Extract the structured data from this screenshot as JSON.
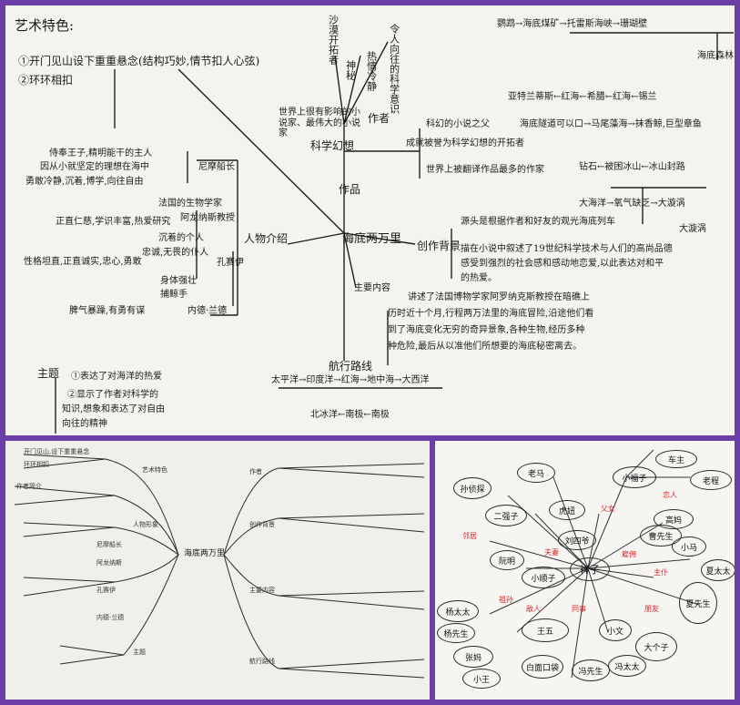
{
  "top_map": {
    "heading": "艺术特色:",
    "feature_1": "①开门见山设下重重悬念(结构巧妙,情节扣人心弦)",
    "feature_2": "②环环相扣",
    "center": "海底两万里",
    "vertical_1": "沙漠开拓者",
    "vertical_2": "神秘",
    "vertical_3": "热情冷静",
    "vertical_4": "令人向往的科学意识",
    "note_author": "世界上很有影响的小说家、最伟大的小说家",
    "author_label": "作者",
    "type_label": "科学幻想",
    "genre_label": "作品",
    "genre_desc_1": "科幻的小说之父",
    "genre_desc_2": "成就被誉为科学幻想的开拓者",
    "genre_desc_3": "世界上被翻译作品最多的作家",
    "character_label": "人物介绍",
    "nemo_traits_1": "侍奉王子,精明能干的主人",
    "nemo_traits_2": "因从小就坚定的理想在海中",
    "nemo_traits_3": "勇敢冷静,沉着,博学,向往自由",
    "nemo_name": "尼摩船长",
    "prof_1": "法国的生物学家",
    "prof_2": "阿龙纳斯教授",
    "prof_3": "正直仁慈,学识丰富,热爱研究",
    "prof_4": "沉着的个人",
    "prof_5": "忠诚,无畏的仆人",
    "kong_name": "孔赛伊",
    "ned_1": "性格坦直,正直诚实,忠心,勇敢",
    "ned_2": "身体强壮",
    "ned_3": "捕鲸手",
    "ned_4": "脾气暴躁,有勇有谋",
    "ned_name": "内德·兰德",
    "background_label": "创作背景",
    "background_text_1": "源头是根据作者和好友的观光海底列车",
    "background_text_2": "描在小说中叙述了19世纪科学技术与人们的高尚品德",
    "background_text_3": "感受到强烈的社会感和感动地恋爱,以此表达对和平",
    "background_text_4": "的热爱。",
    "plot_label": "主要内容",
    "plot_text_1": "讲述了法国博物学家阿罗纳克斯教授在暗礁上",
    "plot_text_2": "历时近十个月,行程两万法里的海底冒险,沿途他们看",
    "plot_text_3": "到了海底变化无穷的奇异景象,各种生物,经历多种",
    "plot_text_4": "种危险,最后从以准他们所想要的海底秘密离去。",
    "route_label": "航行路线",
    "route_text_1": "太平洋→印度洋→红海→地中海→大西洋",
    "route_text_2": "北冰洋←南极←南极",
    "theme_label": "主题",
    "theme_1": "①表达了对海洋的热爱",
    "theme_2": "②显示了作者对科学的",
    "theme_3": "知识,想象和表达了对自由",
    "theme_4": "向往的精神",
    "route_top_1": "鹦鹉→海底煤矿→托雷斯海峡→珊瑚壁",
    "route_top_2": "海底森林",
    "route_top_3": "亚特兰蒂斯←红海←希腊←红海←锡兰",
    "route_top_4": "海底隧道可以口→马尾藻海→抹香鲸,巨型章鱼",
    "route_top_5": "钻石←被困冰山←冰山封路",
    "route_top_6": "大海洋→氧气缺乏→大漩涡",
    "route_top_7": "大漩涡"
  },
  "bottom_left_map": {
    "center": "海底两万里",
    "left_items": [
      "开门见山,设下重重悬念",
      "环环相扣",
      "艺术特色",
      "作者简介",
      "人物形象",
      "尼摩船长",
      "阿龙纳斯",
      "孔赛伊",
      "内德·兰德",
      "主题"
    ],
    "right_items": [
      "作者",
      "创作背景",
      "主要内容",
      "航行路线"
    ]
  },
  "bottom_right_map": {
    "center": "祥子",
    "nodes": [
      "小福子",
      "老马",
      "虎妞",
      "刘四爷",
      "曹先生",
      "高妈",
      "小马",
      "夏先生",
      "夏太太",
      "阮明",
      "二强子",
      "孙侦探",
      "小顺子",
      "车主",
      "老程",
      "王五",
      "杨太太",
      "杨先生",
      "张妈",
      "小王",
      "小文",
      "大个子",
      "白面口袋",
      "冯先生",
      "冯太太"
    ],
    "relations": [
      "父女",
      "夫妻",
      "雇佣",
      "祖孙",
      "主仆",
      "同事",
      "邻居",
      "朋友",
      "敌人",
      "恋人"
    ]
  },
  "colors": {
    "frame": "#6c3fa6",
    "relation": "#d8262a"
  }
}
